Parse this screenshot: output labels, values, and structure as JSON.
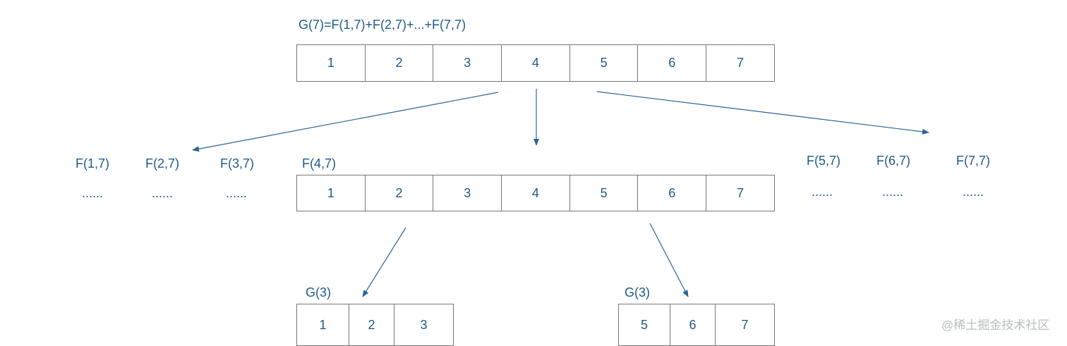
{
  "top": {
    "label": "G(7)=F(1,7)+F(2,7)+...+F(7,7)",
    "cells": [
      "1",
      "2",
      "3",
      "4",
      "5",
      "6",
      "7"
    ]
  },
  "middle": {
    "label": "F(4,7)",
    "cells": [
      "1",
      "2",
      "3",
      "4",
      "5",
      "6",
      "7"
    ]
  },
  "side_labels": [
    {
      "name": "F(1,7)",
      "dots": "......"
    },
    {
      "name": "F(2,7)",
      "dots": "......"
    },
    {
      "name": "F(3,7)",
      "dots": "......"
    },
    {
      "name": "F(5,7)",
      "dots": "......"
    },
    {
      "name": "F(6,7)",
      "dots": "......"
    },
    {
      "name": "F(7,7)",
      "dots": "......"
    }
  ],
  "bottom_left": {
    "label": "G(3)",
    "cells": [
      "1",
      "2",
      "3"
    ]
  },
  "bottom_right": {
    "label": "G(3)",
    "cells": [
      "5",
      "6",
      "7"
    ]
  },
  "watermark": "@稀土掘金技术社区",
  "colors": {
    "text": "#1e5a8a",
    "arrow": "#2a6496",
    "border": "#777777"
  }
}
